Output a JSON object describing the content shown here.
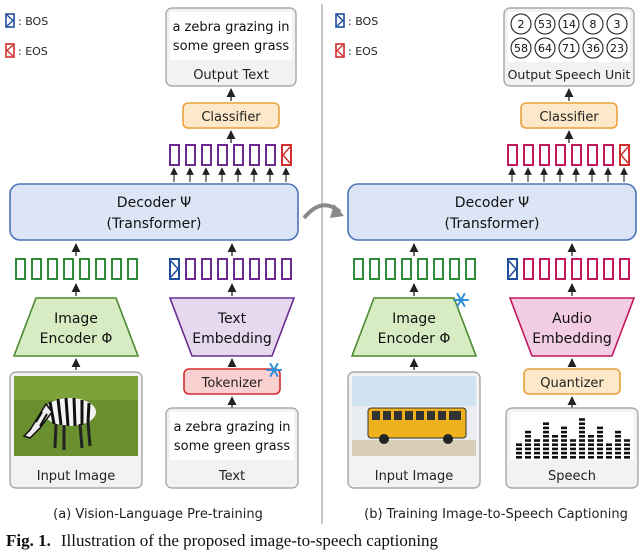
{
  "legend": {
    "bos": ": BOS",
    "eos": ": EOS"
  },
  "left_panel": {
    "output_text_lines": [
      "a zebra grazing in",
      "some green grass"
    ],
    "output_label": "Output Text",
    "classifier": "Classifier",
    "decoder_line1": "Decoder Ψ",
    "decoder_line2": "(Transformer)",
    "image_encoder_line1": "Image",
    "image_encoder_line2": "Encoder Φ",
    "text_embedding_line1": "Text",
    "text_embedding_line2": "Embedding",
    "tokenizer": "Tokenizer",
    "input_image_label": "Input Image",
    "input_text_lines": [
      "a zebra grazing in",
      "some green grass"
    ],
    "input_text_label": "Text",
    "subcaption": "(a) Vision-Language Pre-training"
  },
  "right_panel": {
    "speech_units_row1": [
      "2",
      "53",
      "14",
      "8",
      "3"
    ],
    "speech_units_row2": [
      "58",
      "64",
      "71",
      "36",
      "23"
    ],
    "output_label": "Output Speech Unit",
    "classifier": "Classifier",
    "decoder_line1": "Decoder Ψ",
    "decoder_line2": "(Transformer)",
    "image_encoder_line1": "Image",
    "image_encoder_line2": "Encoder Φ",
    "audio_embedding_line1": "Audio",
    "audio_embedding_line2": "Embedding",
    "quantizer": "Quantizer",
    "input_image_label": "Input Image",
    "speech_label": "Speech",
    "subcaption": "(b) Training Image-to-Speech Captioning"
  },
  "figure_caption": {
    "label": "Fig. 1.",
    "text": "Illustration of the proposed image-to-speech captioning"
  },
  "colors": {
    "green_token": "#2e8b3a",
    "purple_token": "#6a2c91",
    "magenta_token": "#c2185b",
    "bos_blue": "#1f4e9c",
    "eos_red": "#d32f2f",
    "decoder_fill": "#dbe5f5",
    "classifier_fill": "#fde9c9",
    "classifier_stroke": "#e8a13c",
    "encoder_fill": "#d8ecc4",
    "embedding_fill": "#e6d8ef",
    "audio_fill": "#f3cde3",
    "tokenizer_fill": "#f9d0d0",
    "quantizer_fill": "#fde9c9"
  }
}
